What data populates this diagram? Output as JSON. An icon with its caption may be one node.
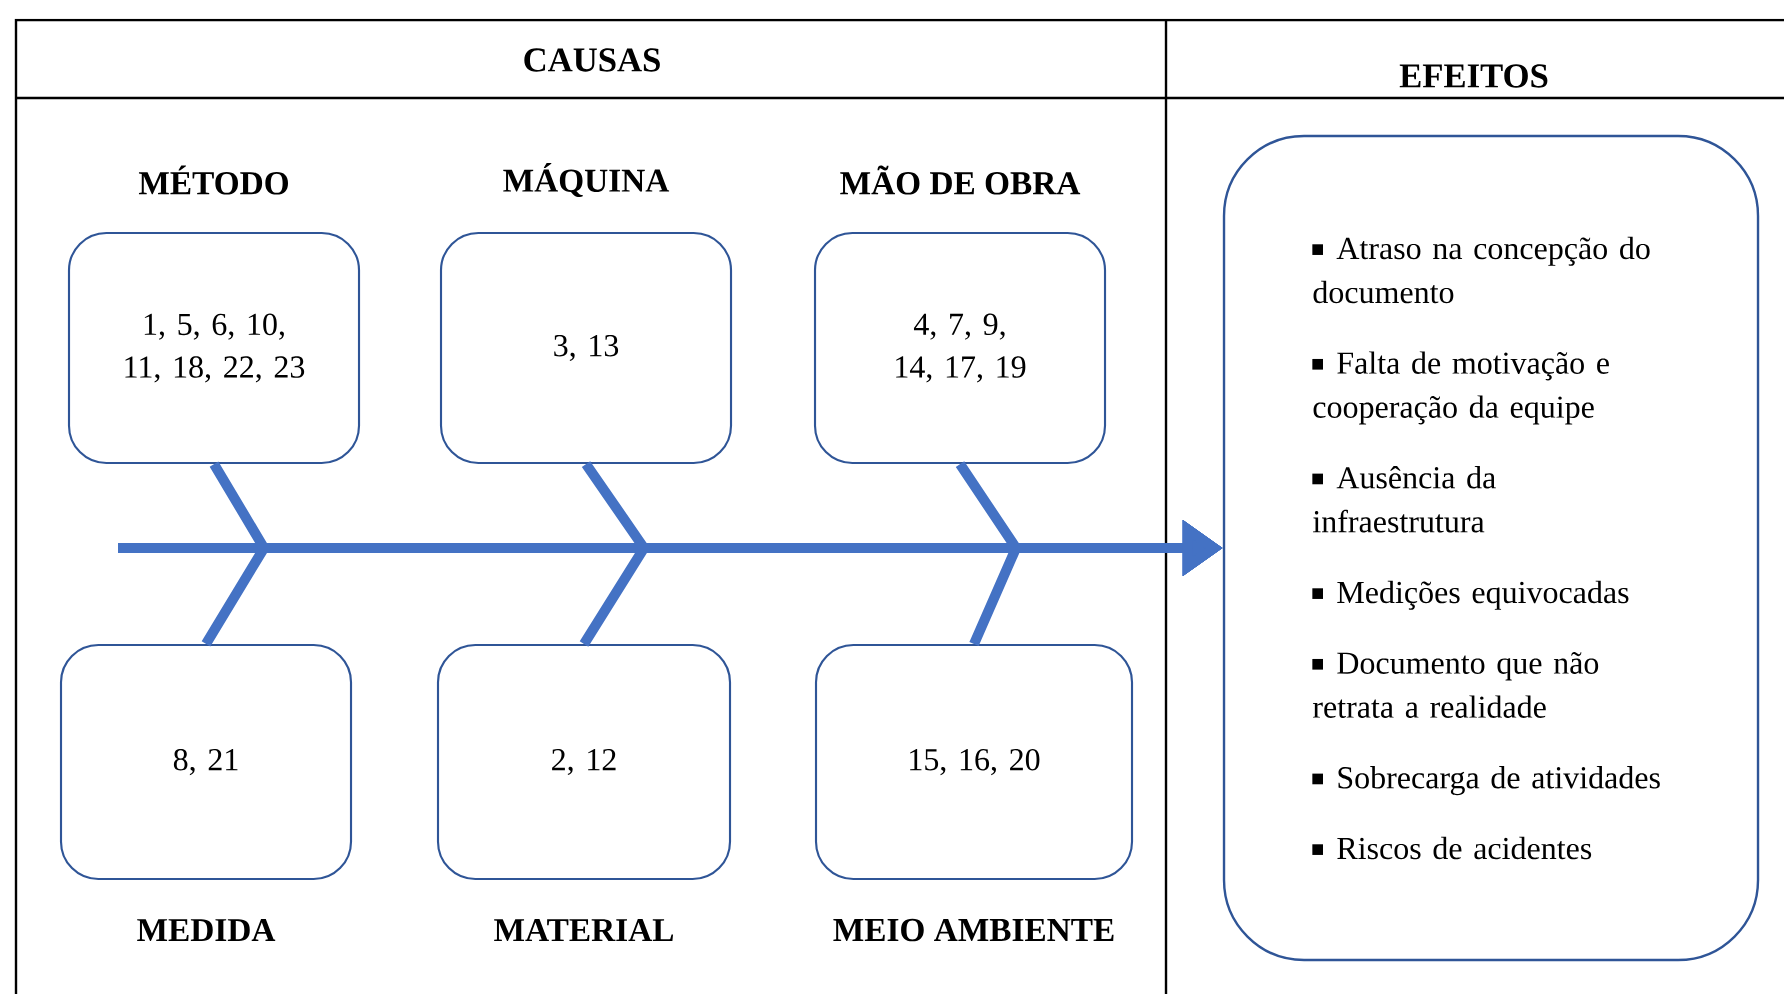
{
  "diagram": {
    "nodes": [
      {
        "text": [
          "MÉTODO",
          "1, 5, 6, 10, 11, 18, 22, 23"
        ]
      },
      {
        "text": [
          "MÁQUINA",
          "3, 13"
        ]
      },
      {
        "text": [
          "MÃO DE OBRA",
          "4, 7, 9, 14, 17, 19"
        ]
      },
      {
        "text": [
          "8, 21",
          "MEDIDA"
        ]
      },
      {
        "text": [
          "2, 12",
          "MATERIAL"
        ]
      },
      {
        "text": [
          "15, 16, 20",
          "MEIO AMBIENTE"
        ]
      },
      {
        "text": [
          "Atraso na concepção do documento",
          "Falta de motivação e cooperação da equipe",
          "Ausência da infraestrutura",
          "Medições equivocadas",
          "Documento que não retrata a realidade",
          "Sobrecarga de atividades",
          "Riscos de acidentes"
        ]
      }
    ],
    "edges": [
      {
        "from": 0,
        "to": 6,
        "arrow": "to"
      },
      {
        "from": 1,
        "to": 6,
        "arrow": "to"
      },
      {
        "from": 2,
        "to": 6,
        "arrow": "to"
      },
      {
        "from": 3,
        "to": 6,
        "arrow": "to"
      },
      {
        "from": 4,
        "to": 6,
        "arrow": "to"
      },
      {
        "from": 5,
        "to": 6,
        "arrow": "to"
      },
      {
        "from": null,
        "to": 6,
        "arrow": "to"
      }
    ],
    "labels": [
      "CAUSAS",
      "EFEITOS"
    ]
  }
}
